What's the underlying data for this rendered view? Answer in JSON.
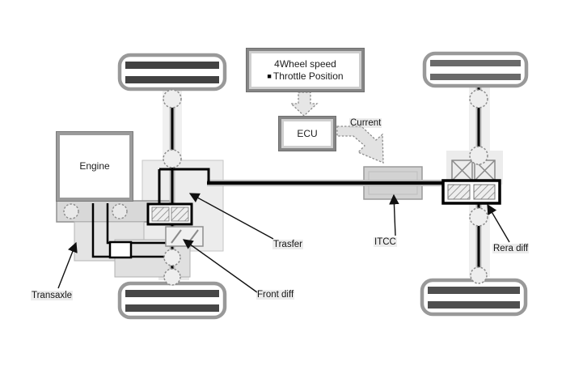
{
  "sensor_box": {
    "line1": "4Wheel speed",
    "bullet": "■",
    "line2": "Throttle Position"
  },
  "ecu": {
    "label": "ECU"
  },
  "current_label": "Current",
  "engine": {
    "label": "Engine"
  },
  "callouts": {
    "transaxle": "Transaxle",
    "transfer": "Trasfer",
    "front_diff": "Front diff",
    "itcc": "ITCC",
    "rear_diff": "Rera diff"
  },
  "colors": {
    "shaft_black": "#000000",
    "shaft_halo": "#b8b8b8",
    "housing_gray": "#9a9a9a",
    "panel_gray": "#ececec",
    "wheel_band_dark": "#474747",
    "background": "#ffffff"
  }
}
